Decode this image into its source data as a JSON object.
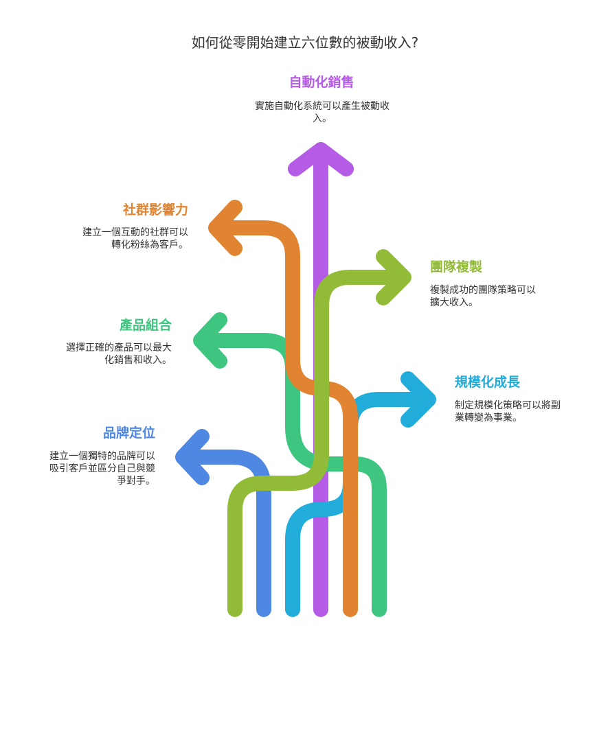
{
  "title": "如何從零開始建立六位數的被動收入?",
  "colors": {
    "purple": "#B55CE6",
    "orange": "#E08432",
    "olive": "#92BB38",
    "green": "#3EC681",
    "cyan": "#22ACD9",
    "blue": "#4F88E3"
  },
  "items": {
    "automation": {
      "label": "自動化銷售",
      "desc": [
        "實施自動化系統可以產生被動收",
        "入。"
      ],
      "color": "#B55CE6"
    },
    "community": {
      "label": "社群影響力",
      "desc": [
        "建立一個互動的社群可以",
        "轉化粉絲為客戶。"
      ],
      "color": "#E08432"
    },
    "team": {
      "label": "團隊複製",
      "desc": [
        "複製成功的團隊策略可以",
        "擴大收入。"
      ],
      "color": "#92BB38"
    },
    "portfolio": {
      "label": "產品組合",
      "desc": [
        "選擇正確的產品可以最大",
        "化銷售和收入。"
      ],
      "color": "#3EC681"
    },
    "scale": {
      "label": "規模化成長",
      "desc": [
        "制定規模化策略可以將副",
        "業轉變為事業。"
      ],
      "color": "#22ACD9"
    },
    "brand": {
      "label": "品牌定位",
      "desc": [
        "建立一個獨特的品牌可以",
        "吸引客戶並區分自己與競",
        "爭對手。"
      ],
      "color": "#4F88E3"
    }
  }
}
